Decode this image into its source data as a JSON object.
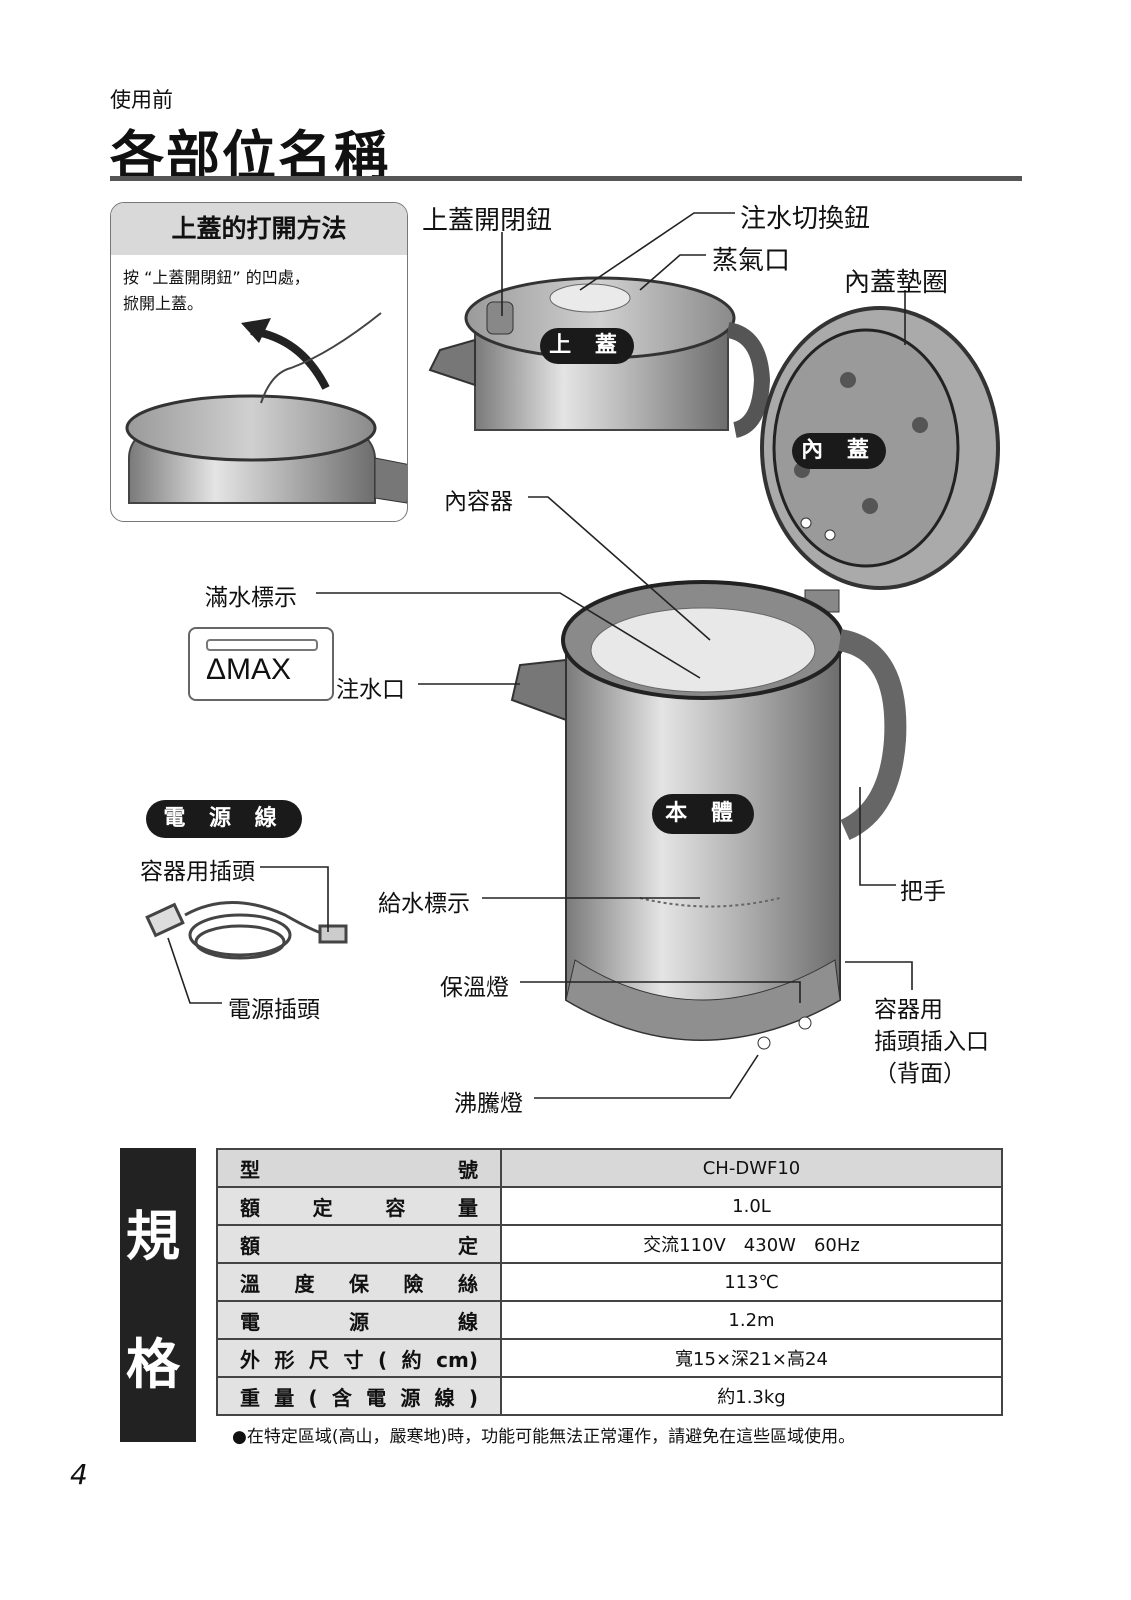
{
  "header": {
    "section": "使用前",
    "title": "各部位名稱"
  },
  "inset": {
    "title": "上蓋的打開方法",
    "line1": "按 “上蓋開閉鈕” 的凹處，",
    "line2": "掀開上蓋。"
  },
  "labels": {
    "lid_button": "上蓋開閉鈕",
    "pour_switch": "注水切換鈕",
    "steam_vent": "蒸氣口",
    "inner_lid_gasket": "內蓋墊圈",
    "lid": "上 蓋",
    "inner_lid": "內 蓋",
    "inner_container": "內容器",
    "full_mark": "滿水標示",
    "max_mark": "ΔMAX",
    "spout": "注水口",
    "body": "本 體",
    "water_level": "給水標示",
    "handle": "把手",
    "keep_warm_lamp": "保溫燈",
    "boil_lamp": "沸騰燈",
    "socket_1": "容器用",
    "socket_2": "插頭插入口",
    "socket_3": "（背面）"
  },
  "cord": {
    "title": "電 源 線",
    "appliance_plug": "容器用插頭",
    "power_plug": "電源插頭"
  },
  "specs": {
    "side_1": "規",
    "side_2": "格",
    "rows": [
      {
        "k": "型號",
        "v": "CH-DWF10"
      },
      {
        "k": "額定容量",
        "v": "1.0L"
      },
      {
        "k": "額定",
        "v": "交流110V　430W　60Hz"
      },
      {
        "k": "溫度保險絲",
        "v": "113℃"
      },
      {
        "k": "電源線",
        "v": "1.2m"
      },
      {
        "k": "外形尺寸(約cm)",
        "v": "寬15×深21×高24"
      },
      {
        "k": "重量(含電源線)",
        "v": "約1.3kg"
      }
    ],
    "note": "●在特定區域(高山，嚴寒地)時，功能可能無法正常運作，請避免在這些區域使用。"
  },
  "page_number": "4"
}
